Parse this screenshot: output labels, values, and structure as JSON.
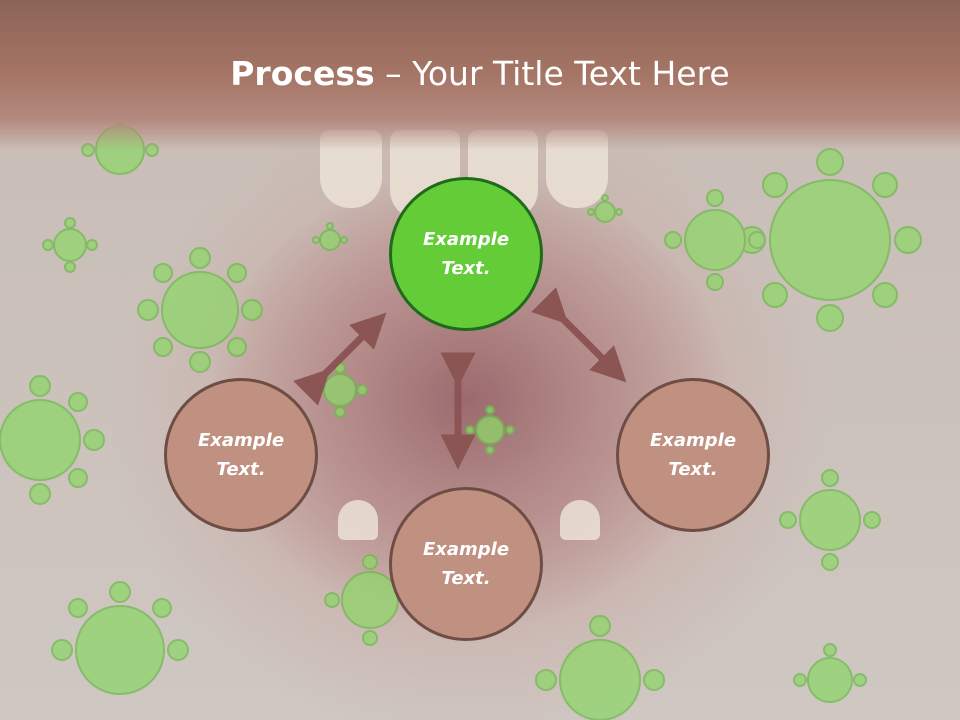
{
  "slide": {
    "title_bold": "Process",
    "title_rest": " – Your Title Text Here"
  },
  "nodes": {
    "top": {
      "line1": "Example",
      "line2": "Text."
    },
    "left": {
      "line1": "Example",
      "line2": "Text."
    },
    "right": {
      "line1": "Example",
      "line2": "Text."
    },
    "bottom": {
      "line1": "Example",
      "line2": "Text."
    }
  },
  "colors": {
    "title_band": "#9b6b5c",
    "node_brown": "#c09080",
    "node_green": "#63cc37",
    "arrow": "#8a5552",
    "virus": "#8fd66a"
  }
}
